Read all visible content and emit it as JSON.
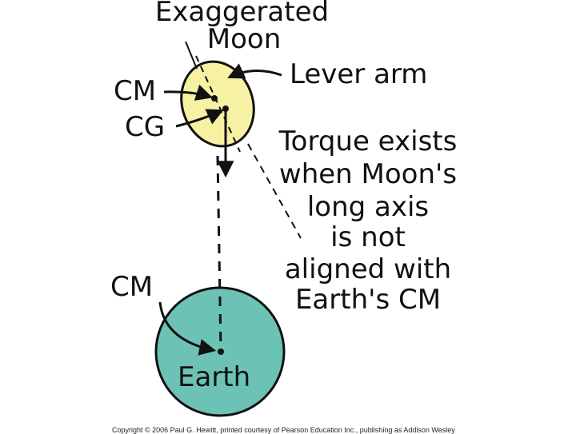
{
  "title_lines": [
    "Exaggerated",
    "Moon"
  ],
  "moon_labels": {
    "cm": "CM",
    "cg": "CG",
    "lever_arm": "Lever arm"
  },
  "torque_text_lines": [
    "Torque exists",
    "when Moon's",
    "long axis",
    "is not",
    "aligned with",
    "Earth's CM"
  ],
  "earth_labels": {
    "cm": "CM",
    "earth": "Earth"
  },
  "copyright": "Copyright © 2006 Paul G. Hewitt, printed courtesy of Pearson Education Inc., publishing as Addison Wesley",
  "colors": {
    "moon": "#f7f1a3",
    "earth": "#6cc3b5",
    "ink": "#111111"
  }
}
